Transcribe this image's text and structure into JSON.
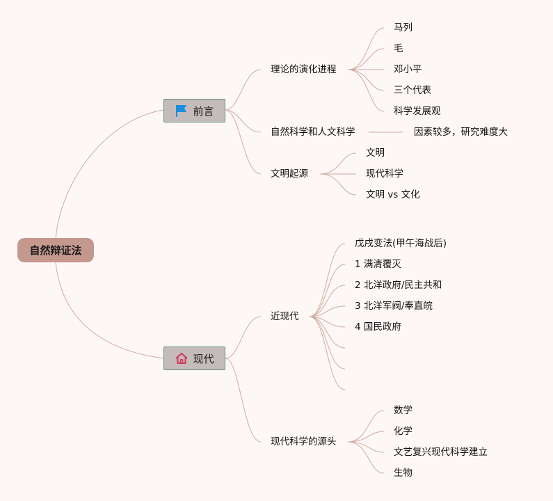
{
  "root": {
    "label": "自然辩证法"
  },
  "branches": [
    {
      "label": "前言",
      "icon": "flag-icon",
      "children": [
        {
          "label": "理论的演化进程",
          "children": [
            "马列",
            "毛",
            "邓小平",
            "三个代表",
            "科学发展观"
          ]
        },
        {
          "label": "自然科学和人文科学",
          "children": [
            "因素较多，研究难度大"
          ]
        },
        {
          "label": "文明起源",
          "children": [
            "文明",
            "现代科学",
            "文明 vs 文化"
          ]
        }
      ]
    },
    {
      "label": "现代",
      "icon": "home-icon",
      "children": [
        {
          "label": "近现代",
          "children": [
            "戊戌变法(甲午海战后)",
            "1 满清覆灭",
            "2 北洋政府/民主共和",
            "3 北洋军阀/奉直皖",
            "4 国民政府",
            "",
            "",
            ""
          ]
        },
        {
          "label": "现代科学的源头",
          "children": [
            "数学",
            "化学",
            "文艺复兴现代科学建立",
            "生物"
          ]
        }
      ]
    }
  ],
  "colors": {
    "root_fill": "#c5988d",
    "main_fill": "#c3bcbb",
    "main_border": "#5f8f86",
    "connector": "#d0aaa0",
    "flag": "#1a8fe0",
    "home": "#d2365a"
  }
}
